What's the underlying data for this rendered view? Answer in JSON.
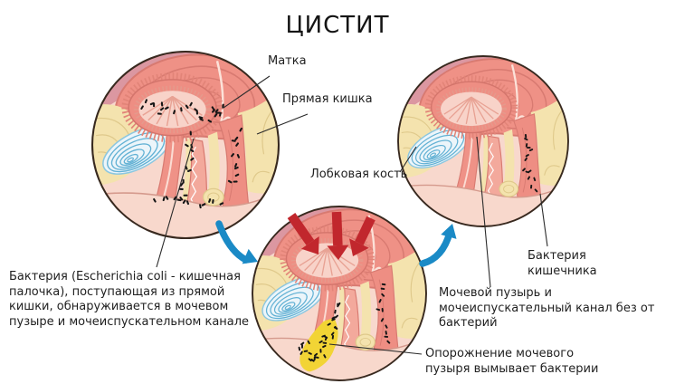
{
  "title": "ЦИСТИТ",
  "labels": {
    "uterus": "Матка",
    "rectum": "Прямая кишка",
    "pubic_bone": "Лобковая кость",
    "gut_bacteria": "Бактерия кишечника",
    "bacteria_note": "Бактерия (Escherichia coli - кишечная палочка), поступающая из прямой кишки, обнаруживается в мочевом пузыре и мочеиспускательном канале",
    "clean_note": "Мочевой пузырь и мочеиспускательный канал без от бактерий",
    "emptying_note": "Опорожнение мочевого пузыря вымывает бактерии"
  },
  "colors": {
    "arrow_blue": "#1a8ac6",
    "arrow_red": "#c1272d",
    "tissue_salmon": "#ef9186",
    "tissue_dark_line": "#d87a71",
    "tissue_light": "#f8d8cd",
    "mauve": "#db97a1",
    "cream": "#f4e3ae",
    "cream_line": "#dfc98b",
    "bone_fill": "#ecf5fa",
    "bone_line": "#62b1d4",
    "bladder_inner": "#f8d3c9",
    "urine_yellow": "#f2d435",
    "bacteria": "#151515",
    "pointer_line": "#2b2b2b",
    "circle_rim": "#38291f"
  }
}
